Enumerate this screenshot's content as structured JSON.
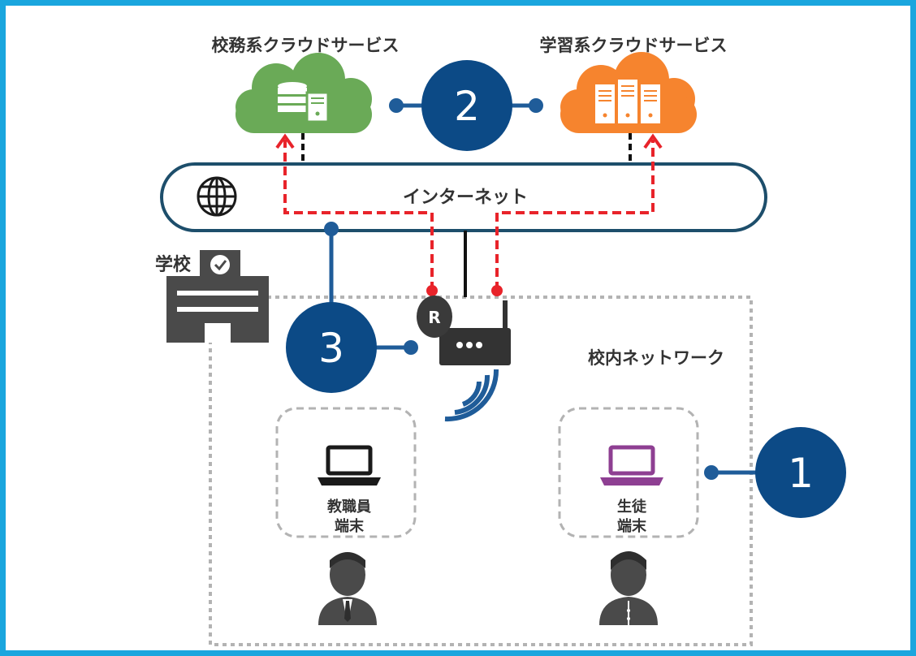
{
  "diagram": {
    "labels": {
      "admin_cloud": "校務系クラウドサービス",
      "learning_cloud": "学習系クラウドサービス",
      "internet": "インターネット",
      "school": "学校",
      "school_network": "校内ネットワーク",
      "teacher_terminal_line1": "教職員",
      "teacher_terminal_line2": "端末",
      "student_terminal_line1": "生徒",
      "student_terminal_line2": "端末",
      "router_badge": "R"
    },
    "markers": [
      {
        "id": "1",
        "text": "1"
      },
      {
        "id": "2",
        "text": "2"
      },
      {
        "id": "3",
        "text": "3"
      }
    ],
    "colors": {
      "frame": "#1aa6de",
      "marker": "#0c4a86",
      "link": "#1f5c99",
      "internet_border": "#1d4e6b",
      "admin_cloud": "#6aaa57",
      "learning_cloud": "#f6842e",
      "dashed_route": "#e8232a",
      "building": "#4a4a4a",
      "network_boundary": "#b3b3b3",
      "student_terminal": "#8e3f92",
      "teacher_terminal": "#1a1a1a"
    },
    "icons": [
      "globe-icon",
      "database-server-icon",
      "server-rack-icon",
      "school-building-icon",
      "router-icon",
      "wifi-icon",
      "laptop-icon",
      "person-icon"
    ]
  }
}
